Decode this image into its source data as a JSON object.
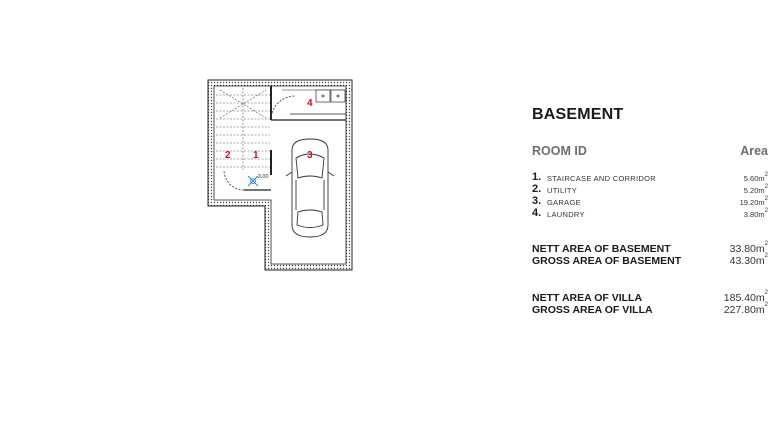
{
  "plan": {
    "room_labels": [
      "1",
      "2",
      "3",
      "4"
    ],
    "level_mark": "-3.00",
    "label_color": "#d0101a"
  },
  "legend": {
    "title": "BASEMENT",
    "col_room": "ROOM ID",
    "col_area": "Area",
    "rooms": [
      {
        "num": "1.",
        "name": "STAIRCASE AND CORRIDOR",
        "area": "5.60m"
      },
      {
        "num": "2.",
        "name": "UTILITY",
        "area": "5.20m"
      },
      {
        "num": "3.",
        "name": "GARAGE",
        "area": "19.20m"
      },
      {
        "num": "4.",
        "name": "LAUNDRY",
        "area": "3.80m"
      }
    ],
    "basement_totals": [
      {
        "label": "NETT AREA OF BASEMENT",
        "value": "33.80m"
      },
      {
        "label": "GROSS AREA OF BASEMENT",
        "value": "43.30m"
      }
    ],
    "villa_totals": [
      {
        "label": "NETT AREA OF VILLA",
        "value": "185.40m"
      },
      {
        "label": "GROSS AREA OF VILLA",
        "value": "227.80m"
      }
    ],
    "unit_sup": "2"
  }
}
